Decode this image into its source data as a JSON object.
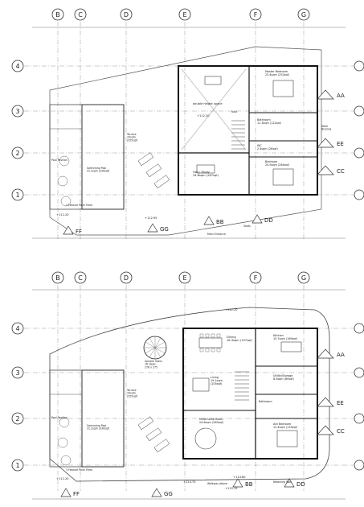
{
  "grid_columns": [
    "B",
    "C",
    "D",
    "E",
    "F",
    "G"
  ],
  "grid_rows": [
    "4",
    "3",
    "2",
    "1"
  ],
  "section_markers": [
    "AA",
    "EE",
    "CC"
  ],
  "bottom_markers": {
    "bb": "BB",
    "dd": "DD",
    "ff": "FF",
    "gg": "GG"
  },
  "upper_plan": {
    "rooms": {
      "swimming_pool": "Swimming Pool\n31.2sqm (336sqf)",
      "pool_pavilion": "Pool Pavilion",
      "terrace": "Terrace\n33sqm\n(355sqf)",
      "double_height": "double height space",
      "hall_study": "Hall / Study\n24.8sqm (267sqf)",
      "master_bedroom": "Master Bedroom\n23.4sqm (252sqf)",
      "bathroom": "Bathroom\n11.3sqm (122sqf)",
      "wc": "WC\n2.4sqm (26sqf)",
      "bedroom": "Bedroom\n24.5sqm (264sqf)",
      "steel_bracing": "Steel\nBracing",
      "void": "Void",
      "feature_palm": "3 Feature Palm Trees",
      "main_entrance": "Main Entrance",
      "seats": "Seats"
    },
    "levels": [
      "+112.20",
      "+112.95",
      "+112.20"
    ]
  },
  "lower_plan": {
    "rooms": {
      "swimming_pool": "Swimming Pool\n31.2sqm (336sqf)",
      "pool_pavilion": "Pool Pavilion",
      "spiral_stairs": "Spiralle Stairs\n16 steps\n278 x 275",
      "terrace": "Terrace\n33sqm\n(355sqf)",
      "dining": "Dining\n18.3sqm (197sqf)",
      "kitchen": "Kitchen\n15.7sqm (169sqf)",
      "living": "Living\n19.1sqm\n(205sqf)",
      "utility": "Utility/Storage\n8.3sqm (89sqf)",
      "bathroom": "Bathroom",
      "multimedia": "Multimedia Room\n24.6sqm (265sqf)",
      "ant_bedroom": "Ant Bedroom\n12.4sqm (133sqf)",
      "feature_palm": "3 Feature Palm Trees",
      "walkway": "Walkway above",
      "retaining": "Retaining Wall"
    },
    "levels": [
      "+112.20",
      "+114.70",
      "+114.80",
      "+115.15",
      "+112.20"
    ]
  }
}
